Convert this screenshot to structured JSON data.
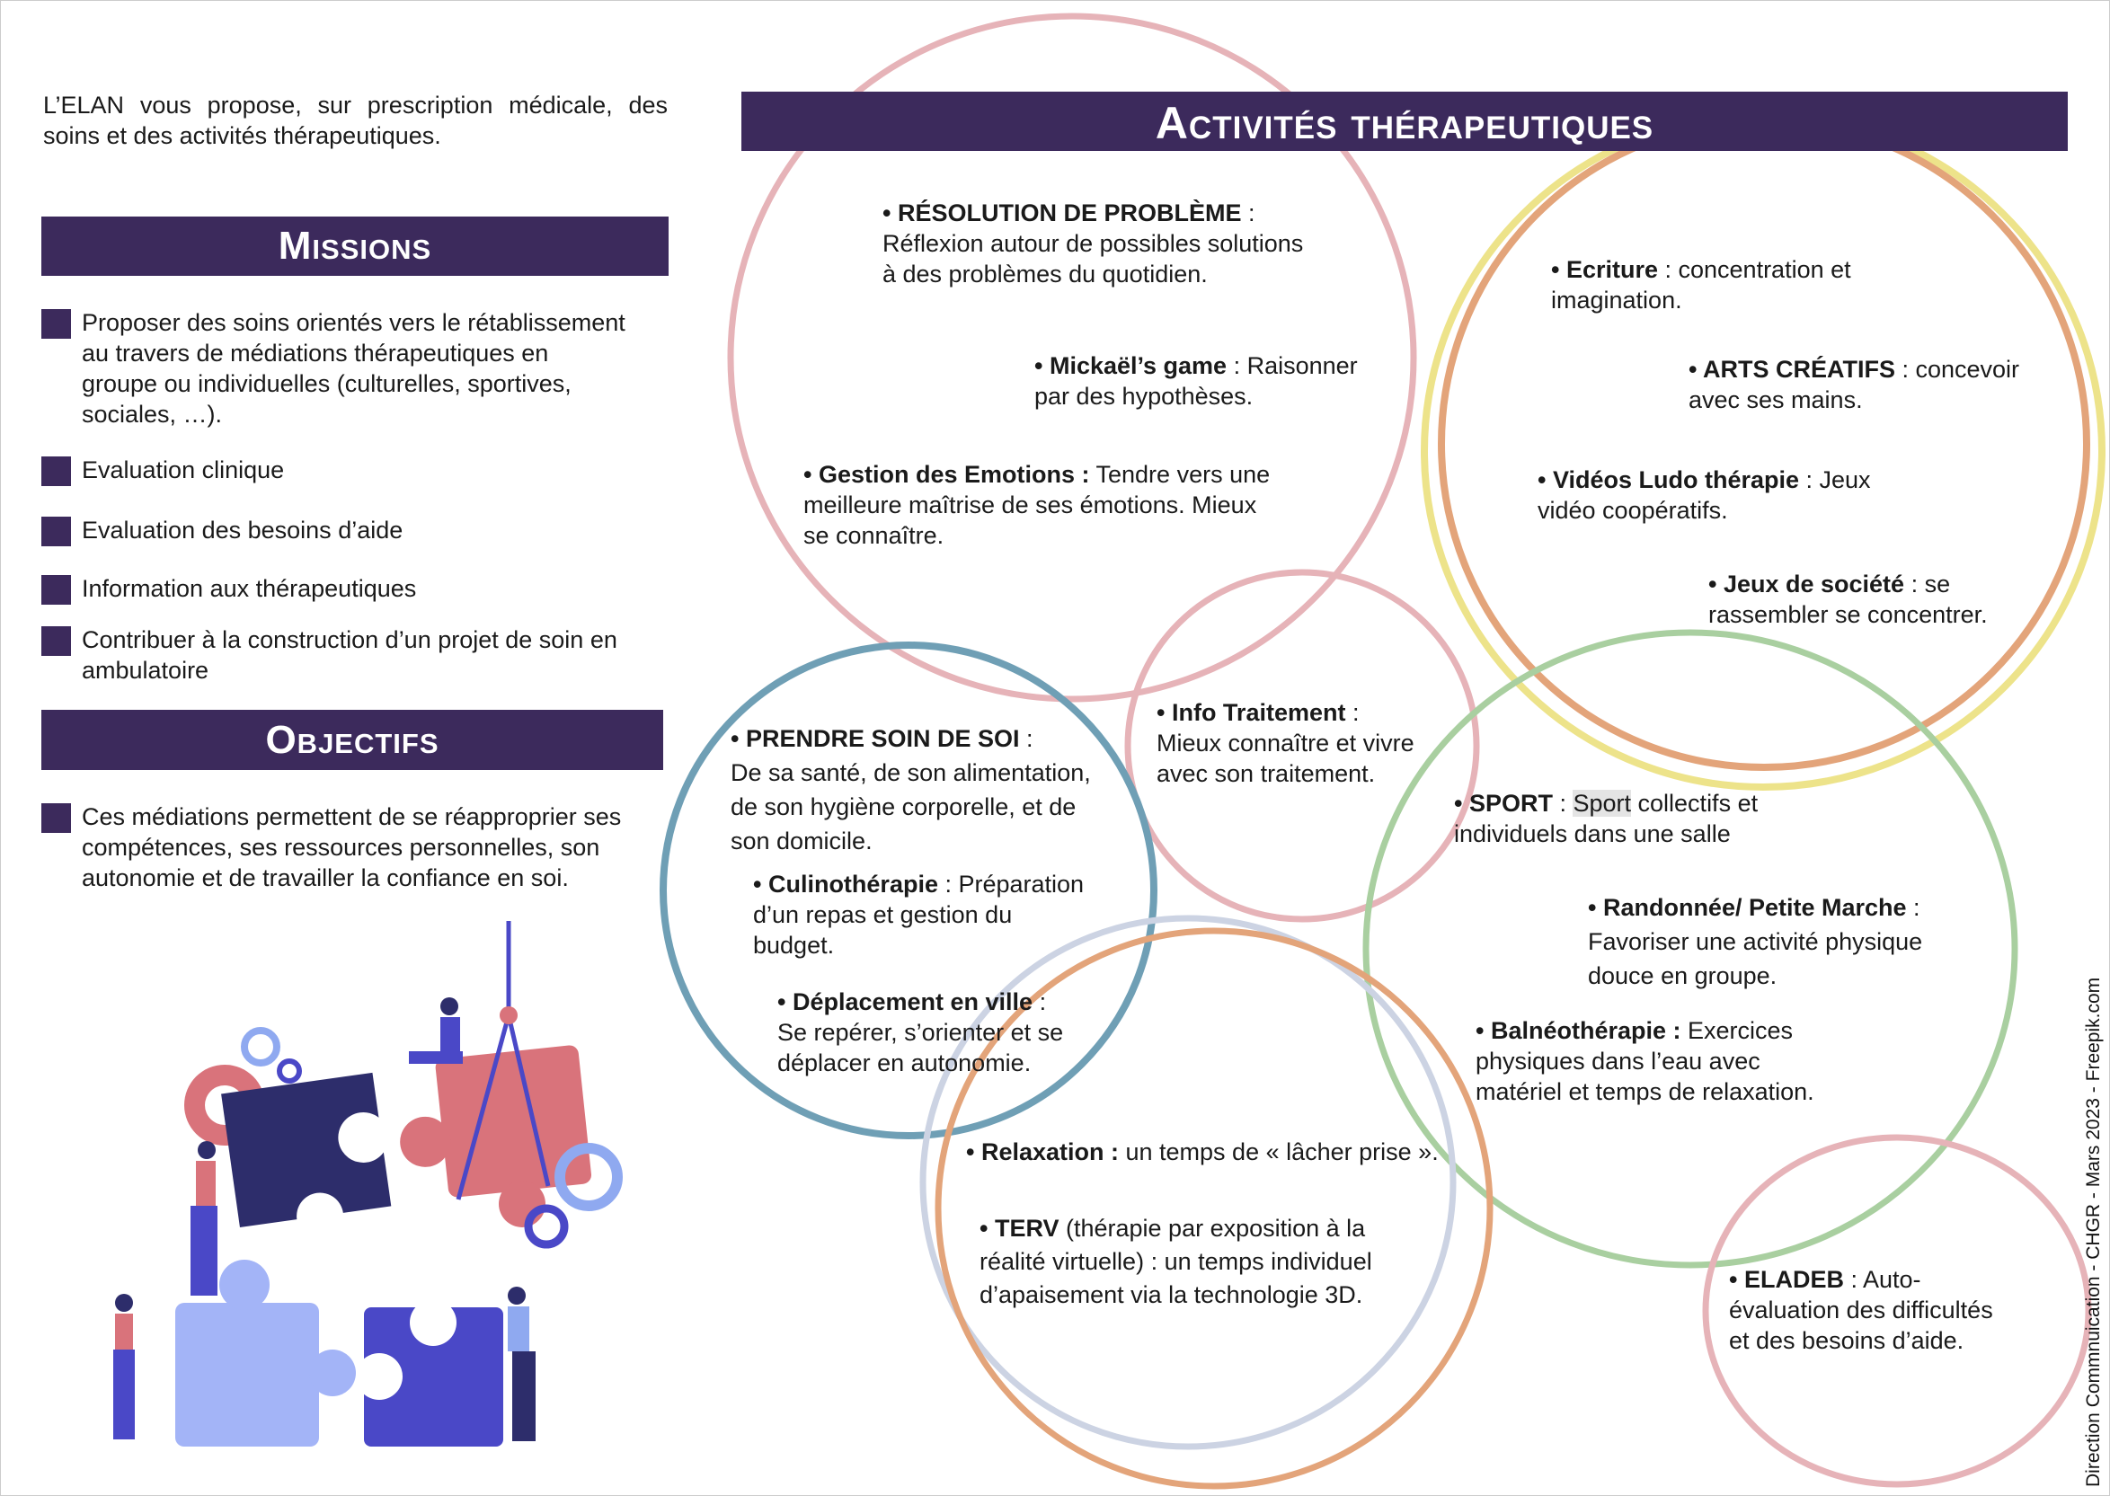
{
  "intro": "L’ELAN vous propose, sur prescription médicale, des soins et des activités thérapeutiques.",
  "missions": {
    "title": "Missions",
    "items": [
      "Proposer des soins orientés vers le rétablissement au travers de médiations thérapeutiques en groupe ou individuelles (culturelles, sportives, sociales, …).",
      "Evaluation clinique",
      "Evaluation des besoins d’aide",
      "Information aux thérapeutiques",
      "Contribuer à la construction d’un projet de soin en ambulatoire"
    ]
  },
  "objectifs": {
    "title": "Objectifs",
    "items": [
      "Ces médiations permettent de se réapproprier ses compétences, ses ressources personnelles, son autonomie et de travailler la confiance en soi."
    ]
  },
  "activites": {
    "title": "Activités thérapeutiques",
    "blocks": {
      "resolution": {
        "bold": "• RÉSOLUTION DE PROBLÈME",
        "text": " :\nRéflexion autour de possibles solutions\nà des problèmes du quotidien."
      },
      "mickael": {
        "bold": "• Mickaël’s game",
        "text": " : Raisonner\npar des hypothèses."
      },
      "emotions": {
        "bold": "• Gestion des Emotions :",
        "text": " Tendre vers une\nmeilleure maîtrise de ses émotions. Mieux\nse connaître."
      },
      "ecriture": {
        "bold": "• Ecriture",
        "text": " : concentration et\nimagination."
      },
      "arts": {
        "bold": "• ARTS CRÉATIFS",
        "text": " : concevoir\navec ses mains."
      },
      "videos": {
        "bold": "• Vidéos Ludo thérapie",
        "text": " : Jeux\nvidéo coopératifs."
      },
      "jeux": {
        "bold": "• Jeux de société",
        "text": " : se\nrassembler se concentrer."
      },
      "info": {
        "bold": "• Info Traitement",
        "text": " :\nMieux connaître et vivre\navec son traitement."
      },
      "soin": {
        "bold": "• PRENDRE SOIN DE SOI",
        "text": " :\nDe sa santé, de son alimentation,\nde son hygiène corporelle, et de\nson domicile."
      },
      "culino": {
        "bold": "• Culinothérapie",
        "text": " : Préparation\nd’un repas et gestion du\nbudget."
      },
      "deplacement": {
        "bold": "• Déplacement en ville",
        "text": " :\nSe repérer, s’orienter et se\ndéplacer en autonomie."
      },
      "sport": {
        "bold": "• SPORT",
        "pre": " : ",
        "hl": "Sport",
        "text": " collectifs et\nindividuels dans une salle"
      },
      "randonnee": {
        "bold": "• Randonnée/ Petite Marche",
        "text": " :\nFavoriser une activité physique\ndouce en groupe."
      },
      "balneo": {
        "bold": "• Balnéothérapie :",
        "text": " Exercices\nphysiques dans l’eau avec\nmatériel et temps de relaxation."
      },
      "relaxation": {
        "bold": "• Relaxation :",
        "text": " un temps de « lâcher prise »."
      },
      "terv": {
        "bold": "• TERV",
        "text": " (thérapie par exposition à la\nréalité virtuelle) :  un temps individuel\nd’apaisement via la technologie 3D."
      },
      "eladeb": {
        "bold": "• ELADEB",
        "text": " : Auto-\névaluation des difficultés\net des besoins d’aide."
      }
    }
  },
  "credit": "Direction Commnuication - CHGR - Mars 2023 - Freepik.com",
  "colors": {
    "primary": "#3c2a5c",
    "pink": "#e6b3b8",
    "yellow": "#ede38a",
    "orange": "#e3a47a",
    "blue": "#6f9fb5",
    "green": "#a9cfa0",
    "lavender": "#ccd3e3"
  }
}
